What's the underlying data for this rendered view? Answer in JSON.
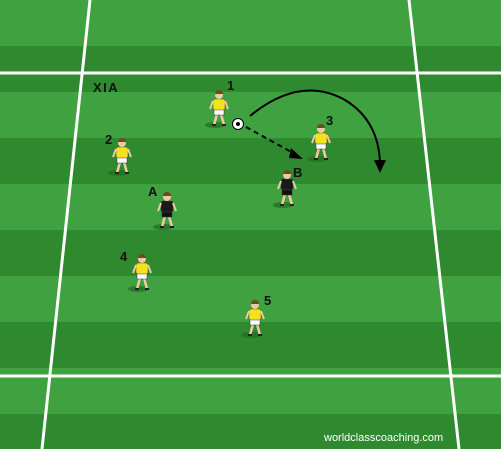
{
  "diagram": {
    "corner_label": "XIA",
    "credit": "worldclasscoaching.com",
    "colors": {
      "grass_light": "#3fa13f",
      "grass_dark": "#2f8a2f",
      "lines": "#ffffff",
      "yellow_team": "#f4e21c",
      "black_team": "#1a1a1a"
    },
    "players": [
      {
        "id": "1",
        "team": "yellow",
        "label": "1"
      },
      {
        "id": "2",
        "team": "yellow",
        "label": "2"
      },
      {
        "id": "3",
        "team": "yellow",
        "label": "3"
      },
      {
        "id": "4",
        "team": "yellow",
        "label": "4"
      },
      {
        "id": "5",
        "team": "yellow",
        "label": "5"
      },
      {
        "id": "A",
        "team": "black",
        "label": "A"
      },
      {
        "id": "B",
        "team": "black",
        "label": "B"
      }
    ],
    "movements": [
      {
        "type": "pass",
        "style": "dashed",
        "from": "ball",
        "to": "B"
      },
      {
        "type": "run",
        "style": "solid-curve",
        "player": "1",
        "direction": "over-3"
      }
    ]
  }
}
